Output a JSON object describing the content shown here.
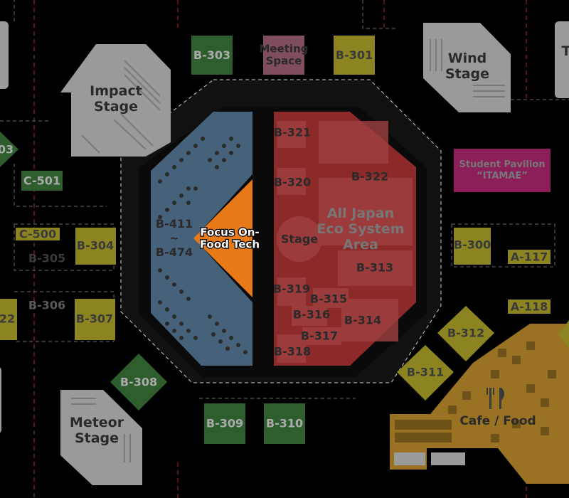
{
  "booths": {
    "b303": "B-303",
    "meeting_space": "Meeting\nSpace",
    "b301": "B-301",
    "impact_stage": "Impact\nStage",
    "wind_stage": "Wind\nStage",
    "c501": "C-501",
    "c500": "C-500",
    "b305": "B-305",
    "b304": "B-304",
    "b306": "B-306",
    "b307": "B-307",
    "b308": "B-308",
    "meteor_stage": "Meteor\nStage",
    "b309": "B-309",
    "b310": "B-310",
    "b411_474": "B-411\n~\nB-474",
    "focus_on": "Focus On-\nFood Tech",
    "b321": "B-321",
    "b320": "B-320",
    "b322": "B-322",
    "all_japan": "All Japan\nEco System\nArea",
    "stage": "Stage",
    "b313": "B-313",
    "b319": "B-319",
    "b315": "B-315",
    "b316": "B-316",
    "b314": "B-314",
    "b317": "B-317",
    "b318": "B-318",
    "student_pavilion": "Student Pavilion\n“ITAMAE”",
    "b300": "B-300",
    "a117": "A-117",
    "a118": "A-118",
    "b312": "B-312",
    "b311": "B-311",
    "cafe_food": "Cafe / Food",
    "edge_03": "03",
    "edge_22": "22"
  },
  "colors": {
    "background": "#000000",
    "stage_gray": "#9a9a9a",
    "booth_green": "#2e5e2e",
    "booth_yellow": "#8c8420",
    "meeting_pink": "#b86d8a",
    "eco_red": "#8c2a2a",
    "blue_zone": "#46627a",
    "focus_orange": "#e77a17",
    "student_magenta": "#8c1e5a",
    "food_gold": "#9a7224",
    "dashed_red": "#7a1a1a"
  }
}
